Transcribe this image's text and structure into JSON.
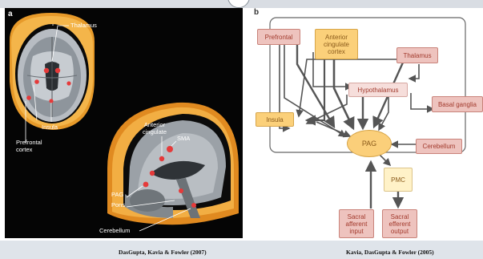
{
  "panel_a": {
    "letter": "a",
    "labels": {
      "thalamus": "Thalamus",
      "insula": "Insula",
      "prefrontal_cortex": "Prefrontal\ncortex",
      "anterior_cingulate": "Anterior\ncingulate",
      "sma": "SMA",
      "pag": "PAG",
      "pons": "Pons",
      "cerebellum": "Cerebellum"
    }
  },
  "panel_b": {
    "letter": "b",
    "nodes": {
      "prefrontal": "Prefrontal",
      "anterior_cingulate_cortex": "Anterior\ncingulate\ncortex",
      "thalamus": "Thalamus",
      "hypothalamus": "Hypothalamus",
      "basal_ganglia": "Basal ganglia",
      "insula": "Insula",
      "pag": "PAG",
      "cerebellum": "Cerebellum",
      "pmc": "PMC",
      "sacral_afferent_input": "Sacral\nafferent\ninput",
      "sacral_efferent_output": "Sacral\nefferent\noutput"
    }
  },
  "citations": {
    "left": "DasGupta, Kavia & Fowler (2007)",
    "right": "Kavia, DasGupta & Fowler (2005)"
  }
}
